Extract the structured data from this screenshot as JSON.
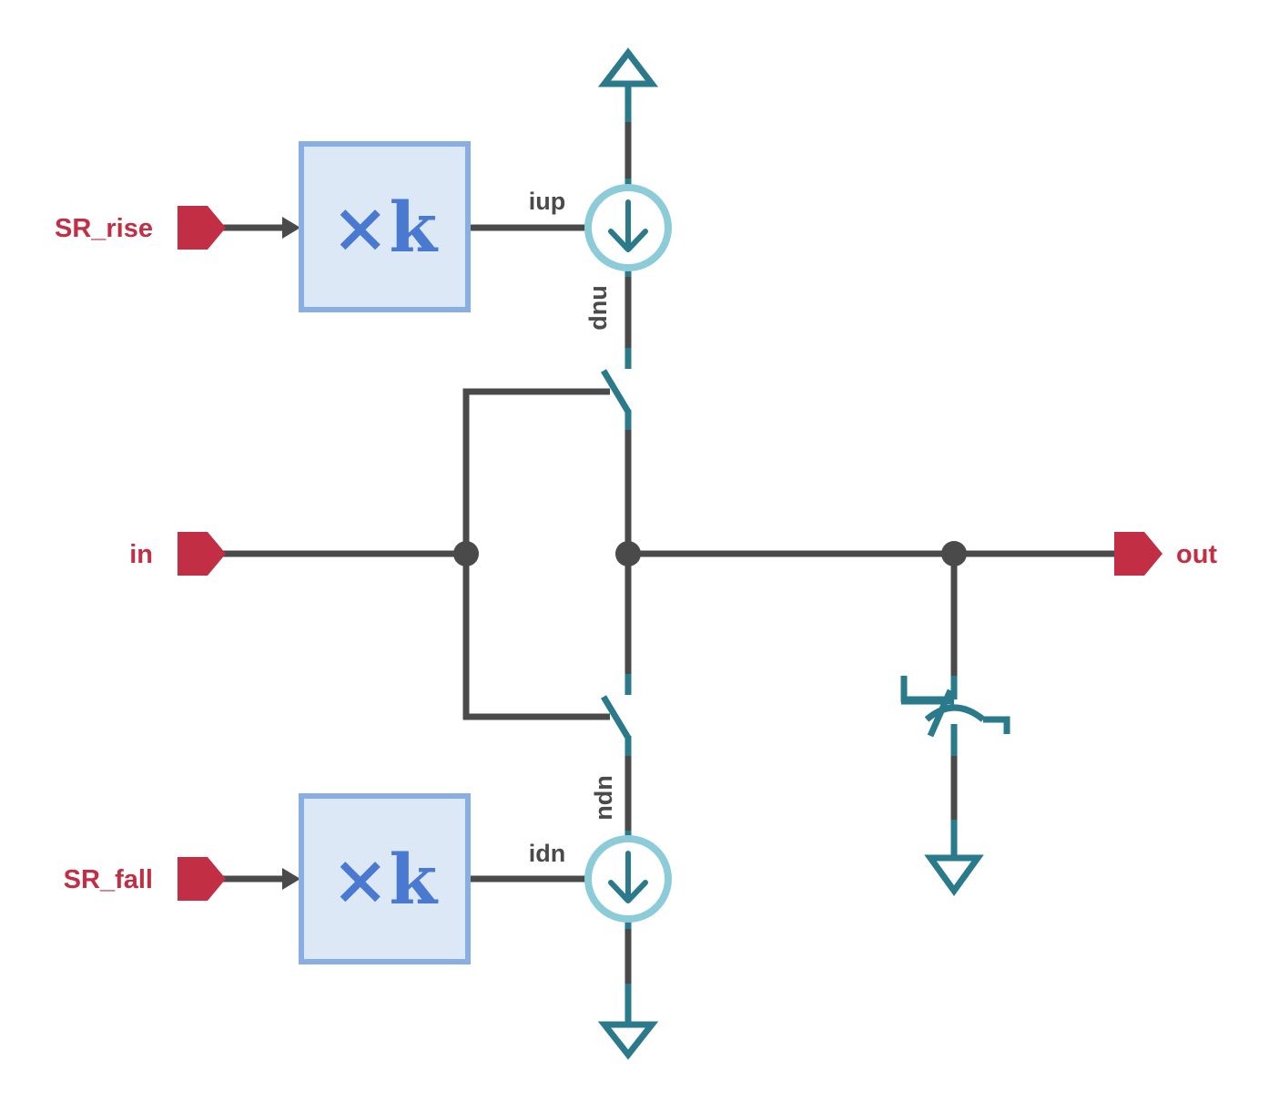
{
  "colors": {
    "wire": "#4a4a4a",
    "port": "#c22e44",
    "teal": "#2a7a8c",
    "source_ring": "#8ccbd8",
    "gain_fill": "#dde8f7",
    "gain_border": "#88aee3",
    "gain_text": "#4a79d2"
  },
  "ports": {
    "sr_rise": "SR_rise",
    "input": "in",
    "sr_fall": "SR_fall",
    "output": "out"
  },
  "gain_blocks": {
    "top": "×k",
    "bottom": "×k"
  },
  "nets": {
    "iup": "iup",
    "nup": "nup",
    "idn": "idn",
    "ndn": "ndn"
  },
  "icons": {
    "port": "pentagon-port-icon",
    "current_source": "current-source-arrow-icon",
    "supply": "open-triangle-supply-icon",
    "switch": "switch-icon",
    "capacitor": "variable-capacitor-icon",
    "junction": "junction-dot-icon"
  }
}
